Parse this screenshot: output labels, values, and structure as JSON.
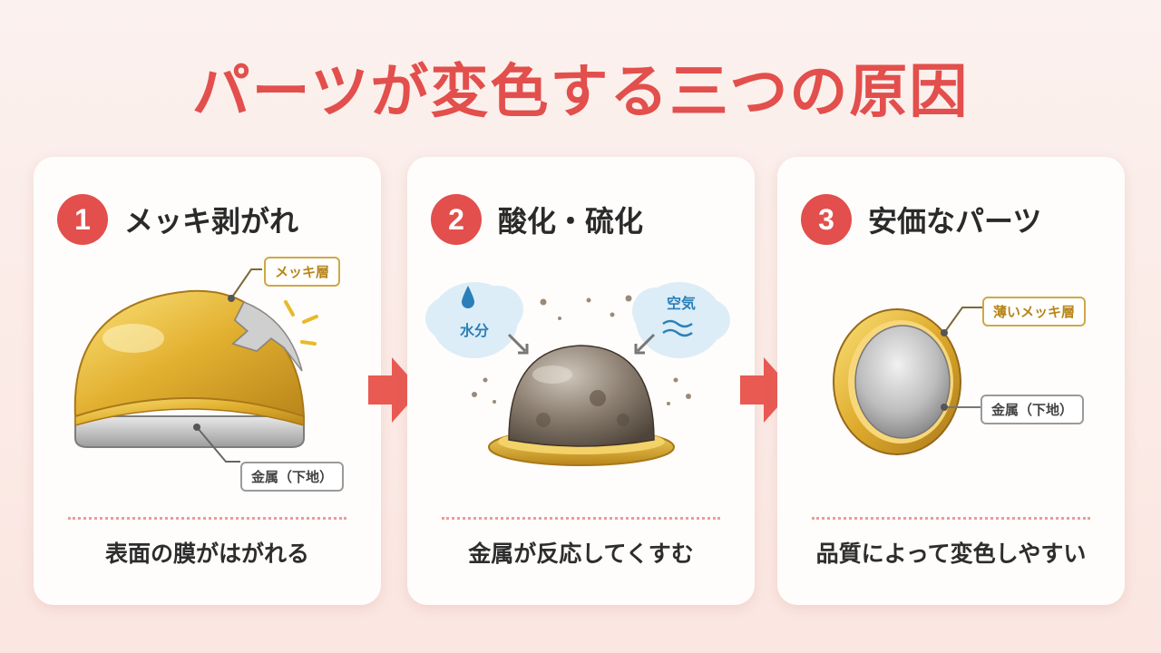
{
  "title": "パーツが変色する三つの原因",
  "colors": {
    "accent": "#e24f4c",
    "gold": "#d9aa2e",
    "label_gold": "#b8861a",
    "water_blue": "#2b7fb8"
  },
  "cards": [
    {
      "number": "1",
      "title": "メッキ剥がれ",
      "labels": {
        "plating": "メッキ層",
        "metal": "金属（下地）"
      },
      "caption": "表面の膜がはがれる"
    },
    {
      "number": "2",
      "title": "酸化・硫化",
      "labels": {
        "moisture": "水分",
        "air": "空気"
      },
      "caption": "金属が反応してくすむ"
    },
    {
      "number": "3",
      "title": "安価なパーツ",
      "labels": {
        "plating": "薄いメッキ層",
        "metal": "金属（下地）"
      },
      "caption": "品質によって変色しやすい"
    }
  ]
}
